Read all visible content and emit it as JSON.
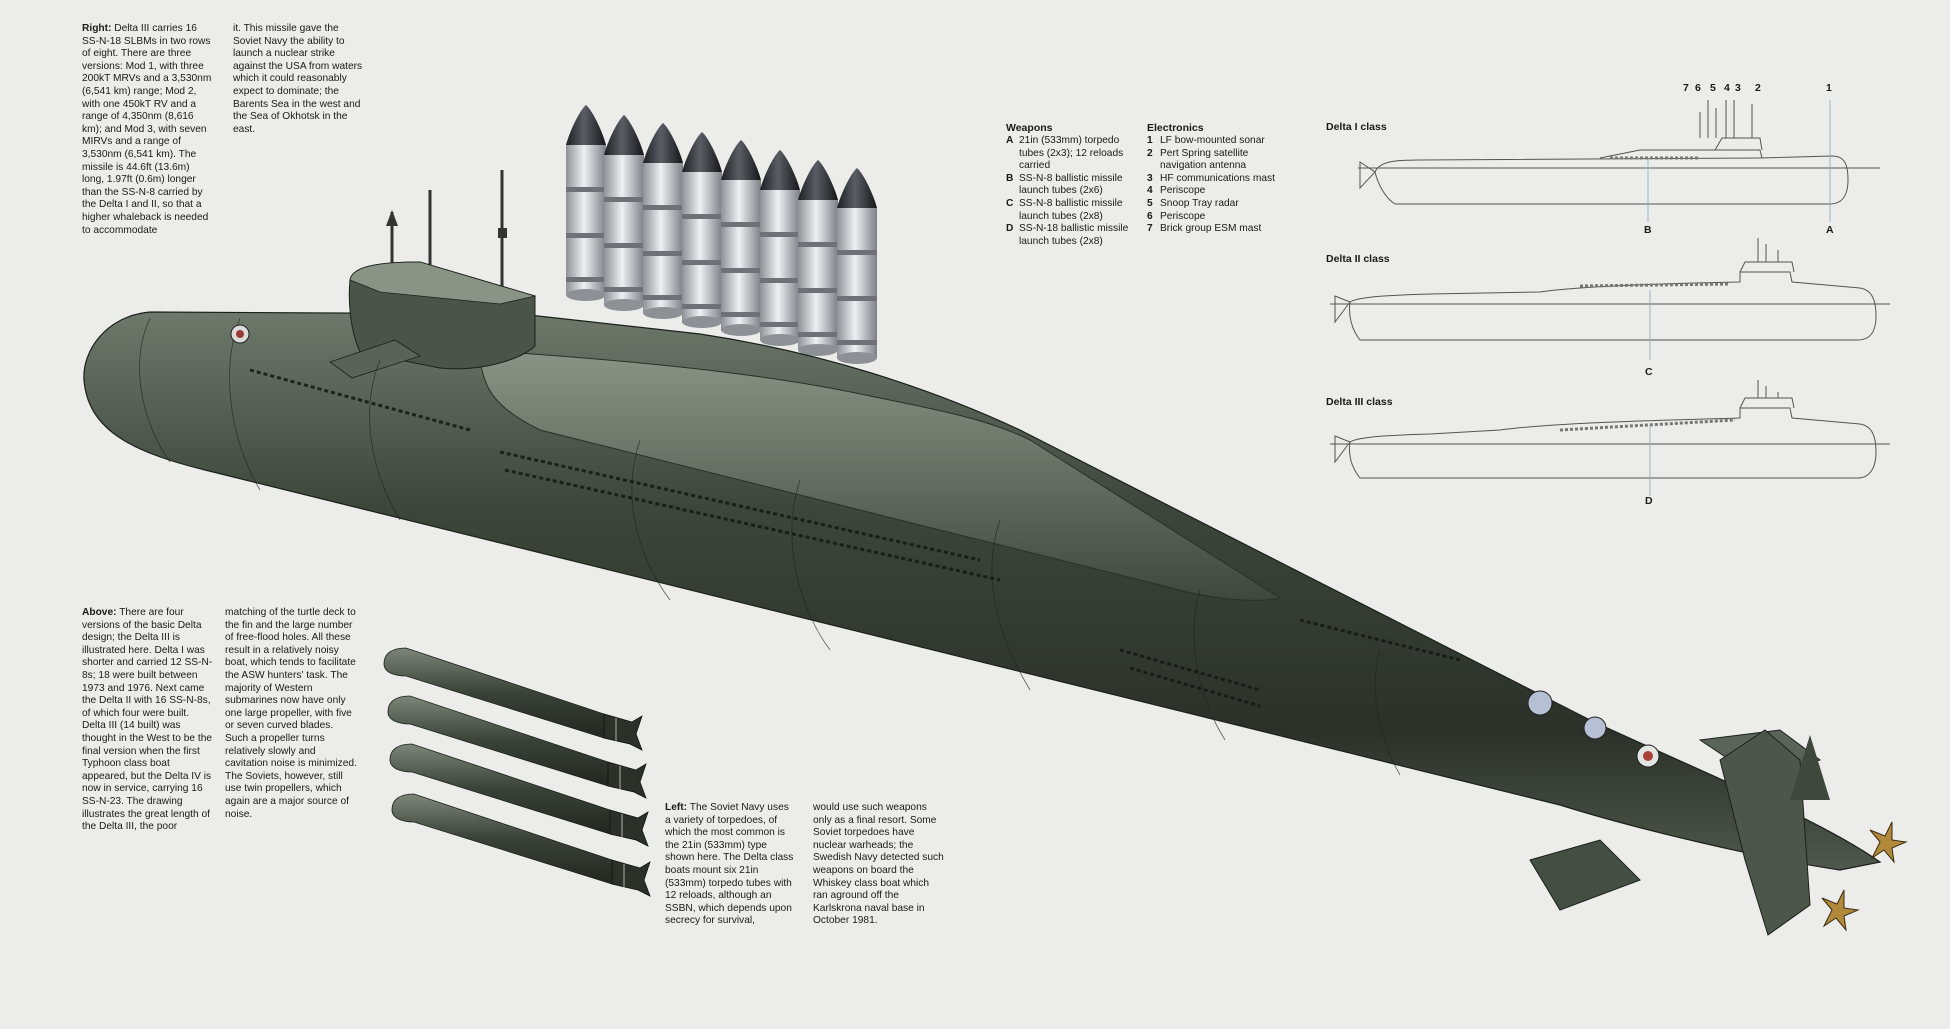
{
  "captions": {
    "right": {
      "lead": "Right:",
      "col1": "Delta III carries 16 SS-N-18 SLBMs in two rows of eight. There are three versions: Mod 1, with three 200kT MRVs and a 3,530nm (6,541 km) range; Mod 2, with one 450kT RV and a range of 4,350nm (8,616 km); and Mod 3, with seven MIRVs and a range of 3,530nm (6,541 km). The missile is 44.6ft (13.6m) long, 1.97ft (0.6m) longer than the SS-N-8 carried by the Delta I and II, so that a higher whaleback is needed to accommodate",
      "col2": "it. This missile gave the Soviet Navy the ability to launch a nuclear strike against the USA from waters which it could reasonably expect to dominate; the Barents Sea in the west and the Sea of Okhotsk in the east."
    },
    "above": {
      "lead": "Above:",
      "col1": "There are four versions of the basic Delta design; the Delta III is illustrated here. Delta I was shorter and carried 12 SS-N-8s; 18 were built between 1973 and 1976. Next came the Delta II with 16 SS-N-8s, of which four were built. Delta III (14 built) was thought in the West to be the final version when the first Typhoon class boat appeared, but the Delta IV is now in service, carrying 16 SS-N-23. The drawing illustrates the great length of the Delta III, the poor",
      "col2": "matching of the turtle deck to the fin and the large number of free-flood holes. All these result in a relatively noisy boat, which tends to facilitate the ASW hunters' task. The majority of Western submarines now have only one large propeller, with five or seven curved blades. Such a propeller turns relatively slowly and cavitation noise is minimized. The Soviets, however, still use twin propellers, which again are a major source of noise."
    },
    "left": {
      "lead": "Left:",
      "col1": "The Soviet Navy uses a variety of torpedoes, of which the most common is the 21in (533mm) type shown here. The Delta class boats mount six 21in (533mm) torpedo tubes with 12 reloads, although an SSBN, which depends upon secrecy for survival,",
      "col2": "would use such weapons only as a final resort. Some Soviet torpedoes have nuclear warheads; the Swedish Navy detected such weapons on board the Whiskey class boat which ran aground off the Karlskrona naval base in October 1981."
    }
  },
  "weapons": {
    "title": "Weapons",
    "items": [
      {
        "key": "A",
        "text": "21in (533mm) torpedo tubes (2x3); 12 reloads carried"
      },
      {
        "key": "B",
        "text": "SS-N-8 ballistic missile launch tubes (2x6)"
      },
      {
        "key": "C",
        "text": "SS-N-8 ballistic missile launch tubes (2x8)"
      },
      {
        "key": "D",
        "text": "SS-N-18 ballistic missile launch tubes (2x8)"
      }
    ]
  },
  "electronics": {
    "title": "Electronics",
    "items": [
      {
        "key": "1",
        "text": "LF bow-mounted sonar"
      },
      {
        "key": "2",
        "text": "Pert Spring satellite navigation antenna"
      },
      {
        "key": "3",
        "text": "HF communications mast"
      },
      {
        "key": "4",
        "text": "Periscope"
      },
      {
        "key": "5",
        "text": "Snoop Tray radar"
      },
      {
        "key": "6",
        "text": "Periscope"
      },
      {
        "key": "7",
        "text": "Brick group ESM mast"
      }
    ]
  },
  "profiles": {
    "delta1": {
      "label": "Delta I class",
      "marker_a": "A",
      "marker_b": "B"
    },
    "delta2": {
      "label": "Delta II class",
      "marker_c": "C"
    },
    "delta3": {
      "label": "Delta III class",
      "marker_d": "D"
    },
    "mast_numbers": [
      "7",
      "6",
      "5",
      "4",
      "3",
      "2",
      "1"
    ]
  },
  "colors": {
    "background": "#ececea",
    "hull": "#3a4238",
    "hull_highlight": "#7c8677",
    "missile": "#d3d5d9",
    "line_art": "#555555"
  }
}
